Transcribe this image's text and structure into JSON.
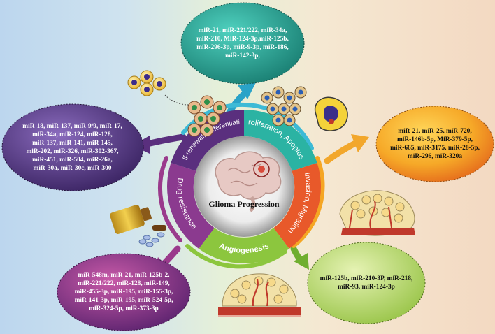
{
  "center": {
    "title": "Glioma Progression"
  },
  "segments": [
    {
      "label": "Proliferation, Apoptosis",
      "color": "#2bb3a3"
    },
    {
      "label": "Invasion, Migration",
      "color": "#e8592a"
    },
    {
      "label": "Angiogenesis",
      "color": "#8cc63e"
    },
    {
      "label": "Drug resistance",
      "color": "#8b3a8f"
    },
    {
      "label": "Self-renewal, Differentiation",
      "color": "#5a2f7e"
    }
  ],
  "mirna_groups": {
    "proliferation_apoptosis": "miR-21, miR-221/222, miR-34a,\nmiR-210, MiR-124-3p,miR-125b,\nmiR-296-3p, miR-9-3p, miR-186,\nmiR-142-3p,",
    "self_renewal": "miR-18, miR-137, miR-9/9, miR-17,\nmiR-34a, miR-124, miR-128,\nmiR-137, miR-141, miR-145,\nmiR-202, miR-326, miR-302-367,\nmiR-451, miR-504, miR-26a,\nmiR-30a, miR-30c, miR-300",
    "invasion_migration": "miR-21, miR-25, miR-720,\nmiR-146b-5p, MiR-379-5p,\nmiR-665, miR-3175, miR-28-5p,\nmiR-296, miR-320a",
    "angiogenesis": "miR-125b, miR-210-3P, miR-218,\nmiR-93, miR-124-3p",
    "drug_resistance": "miR-548m, miR-21, miR-125b-2,\nmiR-221/222, miR-128, miR-149,\nmiR-455-3p, miR-195, miR-155-3p,\nmiR-141-3p, miR-195, miR-524-5p,\nmiR-324-5p, miR-373-3p"
  },
  "colors": {
    "proliferation_bubble": "#2a9d8f",
    "self_renewal_bubble": "#5b3e8c",
    "invasion_bubble": "#f2a72c",
    "angiogenesis_bubble": "#b8d86a",
    "drug_resistance_bubble": "#9a3a8c"
  }
}
